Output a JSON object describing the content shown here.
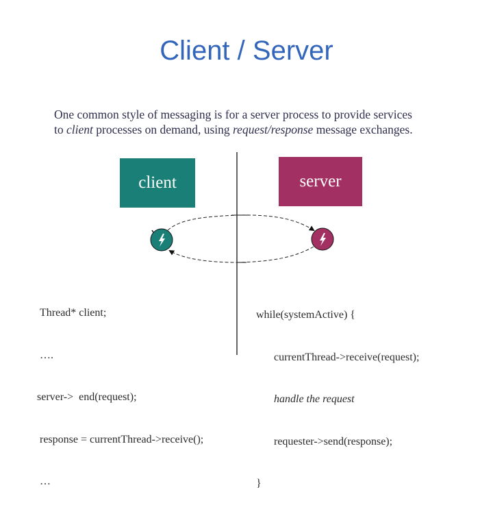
{
  "title": "Client / Server",
  "intro": {
    "line1": "One common style of messaging is for a server process to provide services",
    "line2_part1": "to ",
    "line2_em1": "client",
    "line2_part2": " processes on demand, using ",
    "line2_em2": "request/response",
    "line2_part3": " message exchanges."
  },
  "boxes": {
    "client": "client",
    "server": "server"
  },
  "colors": {
    "title": "#3366bb",
    "client_box": "#1a8077",
    "server_box": "#a33062",
    "thread_circle": "#1a8077",
    "server_circle": "#a33062"
  },
  "icons": {
    "client_thread": "thread-lightning-icon",
    "server_thread": "thread-lightning-icon"
  },
  "client_code": [
    "Thread* client;",
    "….",
    "server->  end(request);",
    "response = currentThread->receive();",
    "…"
  ],
  "server_code": {
    "line1": "while(systemActive) {",
    "line2": "currentThread->receive(request);",
    "line3": "handle the request",
    "line4": "requester->send(response);",
    "line5": "}"
  }
}
